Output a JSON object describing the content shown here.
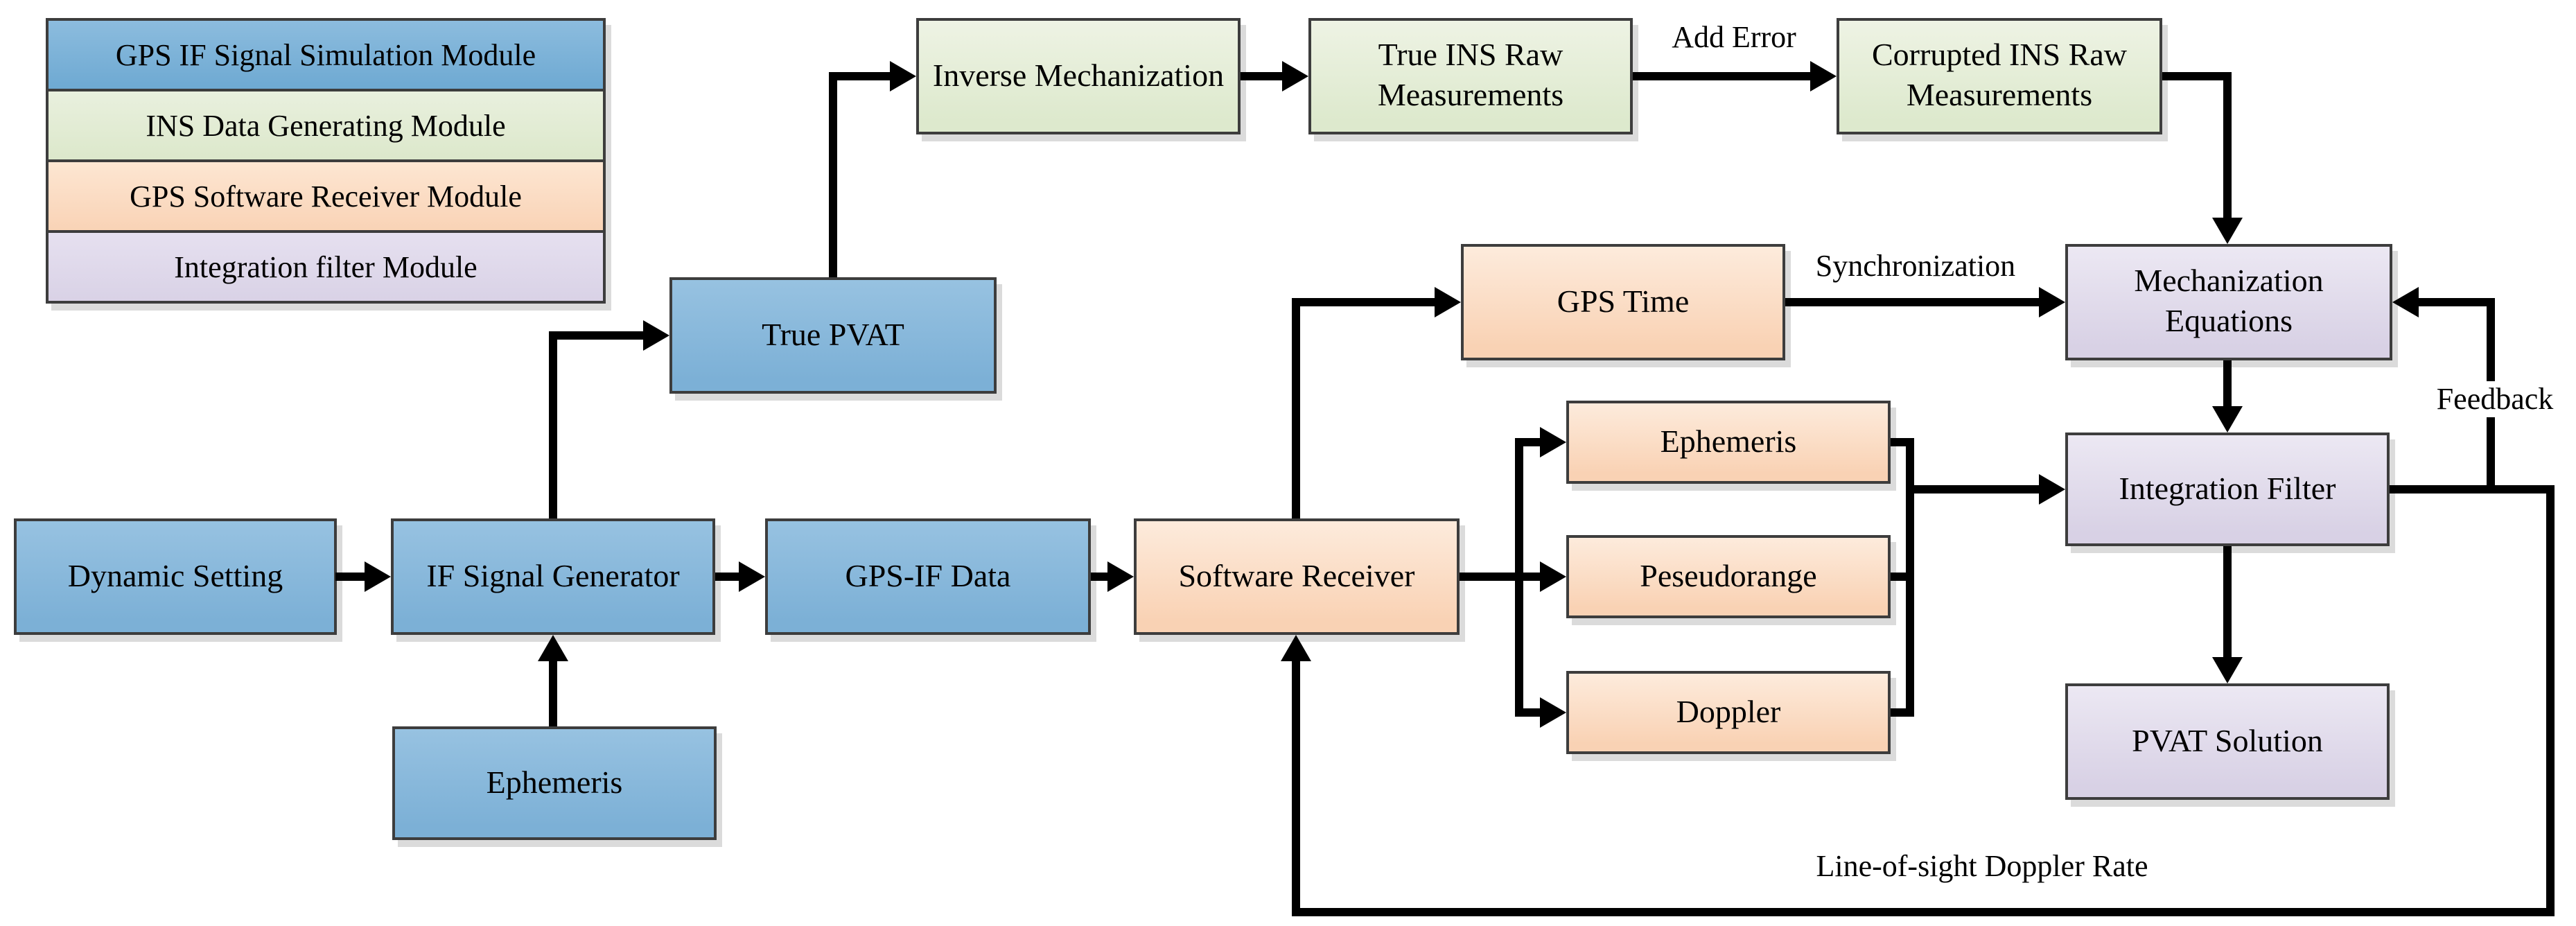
{
  "legend": {
    "items": [
      {
        "label": "GPS IF Signal Simulation Module",
        "color": "#7CB0D6"
      },
      {
        "label": "INS Data Generating Module",
        "color": "#E2ECD4"
      },
      {
        "label": "GPS Software Receiver Module",
        "color": "#FBDCBE"
      },
      {
        "label": "Integration filter Module",
        "color": "#E0D9EC"
      }
    ]
  },
  "nodes": {
    "dynamic_setting": {
      "label": "Dynamic Setting",
      "module": "GPS IF Signal Simulation Module"
    },
    "if_signal_generator": {
      "label": "IF Signal Generator",
      "module": "GPS IF Signal Simulation Module"
    },
    "gps_if_data": {
      "label": "GPS-IF Data",
      "module": "GPS IF Signal Simulation Module"
    },
    "ephemeris_input": {
      "label": "Ephemeris",
      "module": "GPS IF Signal Simulation Module"
    },
    "true_pvat": {
      "label": "True PVAT",
      "module": "GPS IF Signal Simulation Module"
    },
    "inverse_mechanization": {
      "label": "Inverse Mechanization",
      "module": "INS Data Generating Module"
    },
    "true_ins_raw": {
      "label": "True INS Raw Measurements",
      "module": "INS Data Generating Module"
    },
    "corrupted_ins_raw": {
      "label": "Corrupted INS Raw Measurements",
      "module": "INS Data Generating Module"
    },
    "software_receiver": {
      "label": "Software Receiver",
      "module": "GPS Software Receiver Module"
    },
    "gps_time": {
      "label": "GPS Time",
      "module": "GPS Software Receiver Module"
    },
    "ephemeris_output": {
      "label": "Ephemeris",
      "module": "GPS Software Receiver Module"
    },
    "pseudorange": {
      "label": "Peseudorange",
      "module": "GPS Software Receiver Module"
    },
    "doppler": {
      "label": "Doppler",
      "module": "GPS Software Receiver Module"
    },
    "mechanization_equations": {
      "label": "Mechanization Equations",
      "module": "Integration filter Module"
    },
    "integration_filter": {
      "label": "Integration Filter",
      "module": "Integration filter Module"
    },
    "pvat_solution": {
      "label": "PVAT Solution",
      "module": "Integration filter Module"
    }
  },
  "edge_labels": {
    "add_error": "Add Error",
    "synchronization": "Synchronization",
    "feedback": "Feedback",
    "line_of_sight": "Line-of-sight Doppler Rate"
  },
  "flows": [
    {
      "from": "dynamic_setting",
      "to": "if_signal_generator"
    },
    {
      "from": "ephemeris_input",
      "to": "if_signal_generator"
    },
    {
      "from": "if_signal_generator",
      "to": "gps_if_data"
    },
    {
      "from": "if_signal_generator",
      "to": "true_pvat"
    },
    {
      "from": "true_pvat",
      "to": "inverse_mechanization"
    },
    {
      "from": "inverse_mechanization",
      "to": "true_ins_raw"
    },
    {
      "from": "true_ins_raw",
      "to": "corrupted_ins_raw",
      "label": "Add Error"
    },
    {
      "from": "corrupted_ins_raw",
      "to": "mechanization_equations"
    },
    {
      "from": "gps_if_data",
      "to": "software_receiver"
    },
    {
      "from": "software_receiver",
      "to": "gps_time"
    },
    {
      "from": "gps_time",
      "to": "mechanization_equations",
      "label": "Synchronization"
    },
    {
      "from": "software_receiver",
      "to": "ephemeris_output"
    },
    {
      "from": "software_receiver",
      "to": "pseudorange"
    },
    {
      "from": "software_receiver",
      "to": "doppler"
    },
    {
      "from": "ephemeris_output",
      "to": "integration_filter"
    },
    {
      "from": "pseudorange",
      "to": "integration_filter"
    },
    {
      "from": "doppler",
      "to": "integration_filter"
    },
    {
      "from": "mechanization_equations",
      "to": "integration_filter"
    },
    {
      "from": "integration_filter",
      "to": "pvat_solution"
    },
    {
      "from": "integration_filter",
      "to": "mechanization_equations",
      "label": "Feedback"
    },
    {
      "from": "integration_filter",
      "to": "software_receiver",
      "label": "Line-of-sight Doppler Rate"
    }
  ]
}
